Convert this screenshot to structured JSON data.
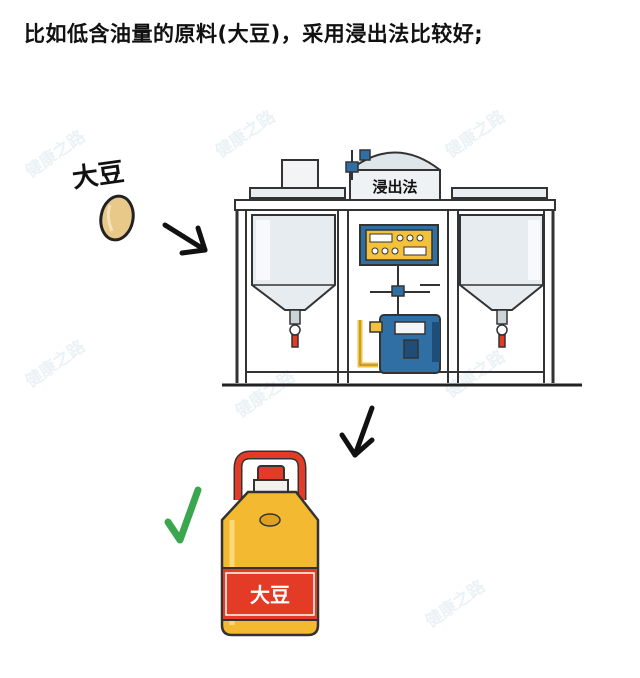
{
  "heading": "比如低含油量的原料(大豆)，采用浸出法比较好;",
  "labels": {
    "bean": "大豆",
    "machine": "浸出法",
    "bottle": "大豆"
  },
  "watermark": "健康之路",
  "icons": [
    "soybean-icon",
    "arrow-right-icon",
    "extraction-machine",
    "arrow-down-icon",
    "check-mark-icon",
    "oil-bottle-icon"
  ],
  "colors": {
    "bottle_body": "#f3b930",
    "bottle_label": "#e33b25",
    "cap": "#e33b25",
    "machine_blue": "#2f6fa3",
    "panel_yellow": "#f3c23a",
    "check_green": "#3aa64f",
    "bean": "#e8c98a"
  }
}
